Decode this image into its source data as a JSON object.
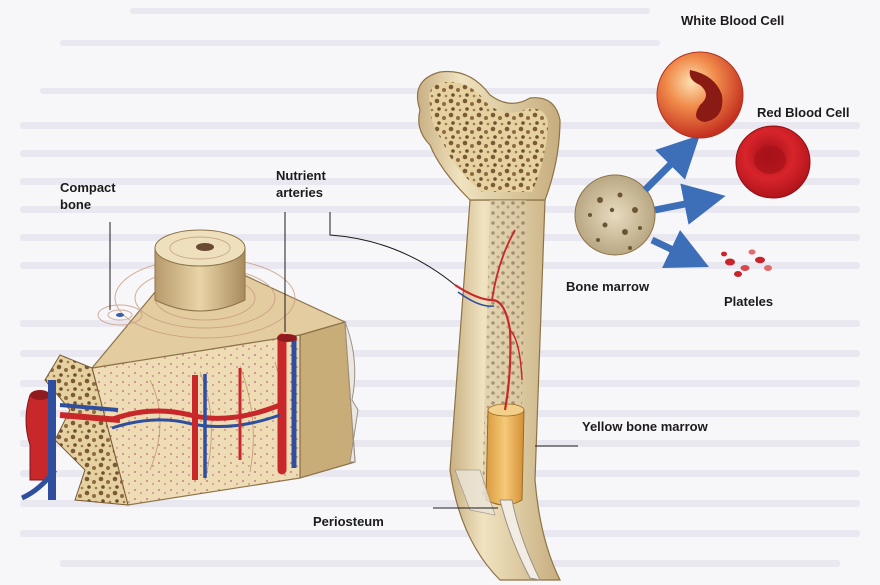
{
  "labels": {
    "compact_bone": [
      "Compact",
      "bone"
    ],
    "nutrient_arteries": [
      "Nutrient",
      "arteries"
    ],
    "white_blood_cell": "White Blood Cell",
    "red_blood_cell": "Red Blood Cell",
    "bone_marrow": "Bone marrow",
    "plateles": "Plateles",
    "yellow_bone_marrow": "Yellow bone marrow",
    "periosteum": "Periosteum"
  },
  "colors": {
    "background": "#f7f6f9",
    "bone": "#e8d7ae",
    "spongy": "#8a6a44",
    "artery": "#c9282b",
    "vein": "#2f4f9e",
    "yellow_marrow": "#e8b35a",
    "white_cell": "#e9553d",
    "red_cell": "#d32028",
    "arrow": "#3d6eb8"
  }
}
